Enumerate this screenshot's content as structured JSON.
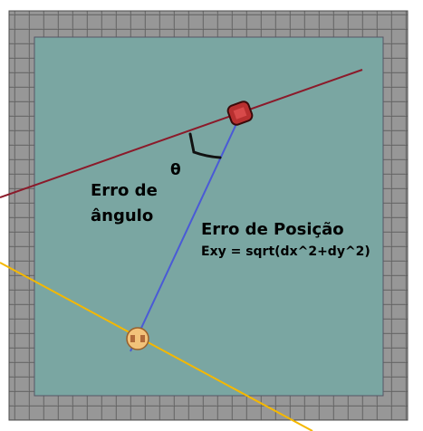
{
  "labels": {
    "theta": "θ",
    "angle_error_line1": "Erro de",
    "angle_error_line2": "ângulo",
    "position_error": "Erro de Posição",
    "formula": "Exy = sqrt(dx^2+dy^2)"
  },
  "colors": {
    "wall_face": "#8c8c8c",
    "wall_mortar": "#5a5a5a",
    "floor": "#7aa6a2",
    "robot_heading_line": "#8b1a2a",
    "target_heading_line": "#f5b800",
    "error_vector": "#4a5ad6",
    "robot_body": "#b83030",
    "target_body": "#f2c27a"
  },
  "icons": {
    "robot": "red-robot-marker",
    "target": "orange-target-marker",
    "angle_arc": "angle-arc-icon"
  }
}
